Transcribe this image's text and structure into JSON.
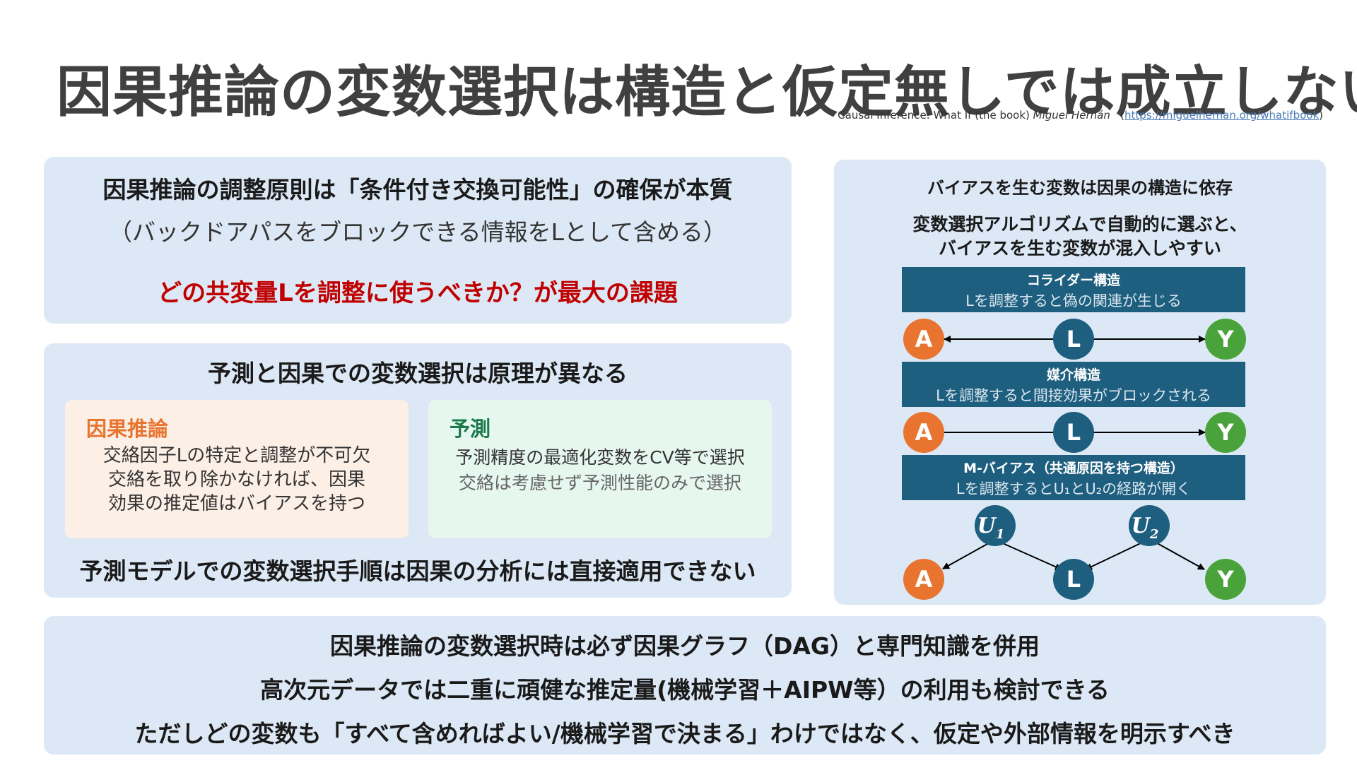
{
  "title": "因果推論の変数選択は構造と仮定無しでは成立しない",
  "source": {
    "book": "Causal Inference: What If (the book)",
    "author": "Miguel Hernán",
    "url": "https://miguelhernan.org/whatifbook",
    "open_paren": "(",
    "close_paren": ")"
  },
  "panel1": {
    "heading": "因果推論の調整原則は「条件付き交換可能性」の確保が本質",
    "sub": "（バックドアパスをブロックできる情報をLとして含める）",
    "emphasis": "どの共変量Lを調整に使うべきか？が最大の課題"
  },
  "panel2": {
    "heading": "予測と因果での変数選択は原理が異なる",
    "causal": {
      "title": "因果推論",
      "lines": [
        "交絡因子Lの特定と調整が不可欠",
        "交絡を取り除かなければ、因果",
        "効果の推定値はバイアスを持つ"
      ]
    },
    "prediction": {
      "title": "予測",
      "lines": [
        "予測精度の最適化変数をCV等で選択",
        "交絡は考慮せず予測性能のみで選択"
      ]
    },
    "footer": "予測モデルでの変数選択手順は因果の分析には直接適用できない"
  },
  "panel3": {
    "heading": "バイアスを生む変数は因果の構造に依存",
    "sub_line1": "変数選択アルゴリズムで自動的に選ぶと、",
    "sub_line2": "バイアスを生む変数が混入しやすい",
    "collider": {
      "title": "コライダー構造",
      "desc": "Lを調整すると偽の関連が生じる"
    },
    "mediator": {
      "title": "媒介構造",
      "desc": "Lを調整すると間接効果がブロックされる"
    },
    "mbias": {
      "title": "M-バイアス（共通原因を持つ構造）",
      "desc": "Lを調整するとU₁とU₂の経路が開く"
    },
    "nodes": {
      "a": "A",
      "l": "L",
      "y": "Y",
      "u1": "U",
      "u1_sub": "1",
      "u2": "U",
      "u2_sub": "2"
    },
    "colors": {
      "a": "#e8742f",
      "l": "#1e5f80",
      "y": "#4aa33a",
      "u": "#1e5f80",
      "banner": "#1e5f80"
    }
  },
  "bottom": {
    "line1": "因果推論の変数選択時は必ず因果グラフ（DAG）と専門知識を併用",
    "line2": "高次元データでは二重に頑健な推定量(機械学習＋AIPW等）の利用も検討できる",
    "line3": "ただしどの変数も「すべて含めればよい/機械学習で決まる」わけではなく、仮定や外部情報を明示すべき"
  },
  "colors": {
    "panel_bg": "#dce8f5",
    "emphasis_red": "#c00000",
    "causal_title": "#e8742f",
    "pred_title": "#1a7a4c"
  }
}
